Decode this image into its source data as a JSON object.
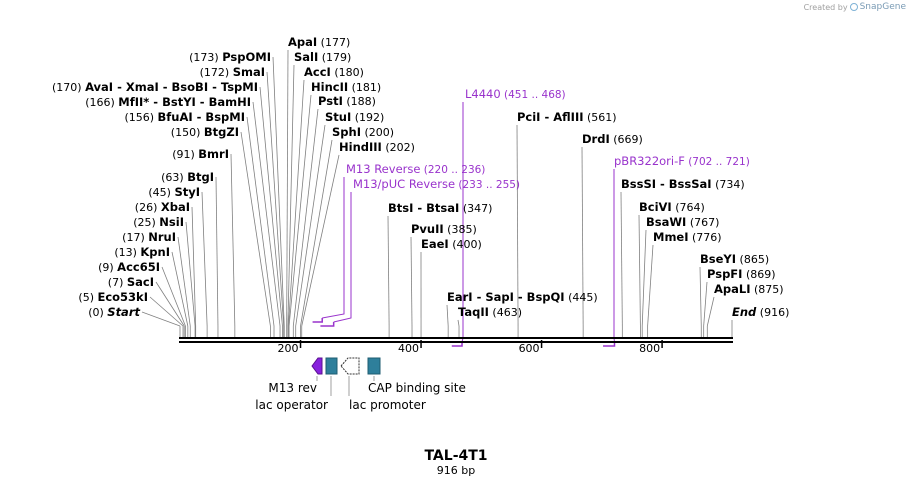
{
  "credit": {
    "prefix": "Created by",
    "brand": "SnapGene",
    "logo_icon": "snapgene-logo-icon"
  },
  "sequence": {
    "name": "TAL-4T1",
    "length_label": "916 bp",
    "length": 916
  },
  "colors": {
    "backbone": "#000000",
    "primer": "#9933cc",
    "feature_blue": "#2e7f9b",
    "feature_purple": "#8822dd"
  },
  "ruler": {
    "ticks": [
      200,
      400,
      600,
      800
    ]
  },
  "sites": [
    {
      "name": "ApaI",
      "pos": "(177)",
      "bp": 177
    },
    {
      "name": "SalI",
      "pos": "(179)",
      "bp": 179
    },
    {
      "name": "AccI",
      "pos": "(180)",
      "bp": 180
    },
    {
      "name": "HincII",
      "pos": "(181)",
      "bp": 181
    },
    {
      "name": "PstI",
      "pos": "(188)",
      "bp": 188
    },
    {
      "name": "StuI",
      "pos": "(192)",
      "bp": 192
    },
    {
      "name": "SphI",
      "pos": "(200)",
      "bp": 200
    },
    {
      "name": "HindIII",
      "pos": "(202)",
      "bp": 202
    },
    {
      "name": "PspOMI",
      "pos": "(173)",
      "bp": 173
    },
    {
      "name": "SmaI",
      "pos": "(172)",
      "bp": 172
    },
    {
      "name": "AvaI - XmaI - BsoBI - TspMI",
      "pos": "(170)",
      "bp": 170
    },
    {
      "name": "MfII* - BstYI - BamHI",
      "pos": "(166)",
      "bp": 166
    },
    {
      "name": "BfuAI - BspMI",
      "pos": "(156)",
      "bp": 156
    },
    {
      "name": "BtgZI",
      "pos": "(150)",
      "bp": 150
    },
    {
      "name": "BmrI",
      "pos": "(91)",
      "bp": 91
    },
    {
      "name": "BtgI",
      "pos": "(63)",
      "bp": 63
    },
    {
      "name": "StyI",
      "pos": "(45)",
      "bp": 45
    },
    {
      "name": "XbaI",
      "pos": "(26)",
      "bp": 26
    },
    {
      "name": "NsiI",
      "pos": "(25)",
      "bp": 25
    },
    {
      "name": "NruI",
      "pos": "(17)",
      "bp": 17
    },
    {
      "name": "KpnI",
      "pos": "(13)",
      "bp": 13
    },
    {
      "name": "Acc65I",
      "pos": "(9)",
      "bp": 9
    },
    {
      "name": "SacI",
      "pos": "(7)",
      "bp": 7
    },
    {
      "name": "Eco53kI",
      "pos": "(5)",
      "bp": 5
    },
    {
      "name": "Start",
      "pos": "(0)",
      "bp": 0,
      "italic": true
    },
    {
      "name": "PciI - AflIII",
      "pos": "(561)",
      "bp": 561
    },
    {
      "name": "DrdI",
      "pos": "(669)",
      "bp": 669
    },
    {
      "name": "BtsI - BtsaI",
      "pos": "(347)",
      "bp": 347
    },
    {
      "name": "PvuII",
      "pos": "(385)",
      "bp": 385
    },
    {
      "name": "EaeI",
      "pos": "(400)",
      "bp": 400
    },
    {
      "name": "EarI - SapI - BspQI",
      "pos": "(445)",
      "bp": 445
    },
    {
      "name": "TaqII",
      "pos": "(463)",
      "bp": 463
    },
    {
      "name": "BssSI - BssSaI",
      "pos": "(734)",
      "bp": 734
    },
    {
      "name": "BciVI",
      "pos": "(764)",
      "bp": 764
    },
    {
      "name": "BsaWI",
      "pos": "(767)",
      "bp": 767
    },
    {
      "name": "MmeI",
      "pos": "(776)",
      "bp": 776
    },
    {
      "name": "BseYI",
      "pos": "(865)",
      "bp": 865
    },
    {
      "name": "PspFI",
      "pos": "(869)",
      "bp": 869
    },
    {
      "name": "ApaLI",
      "pos": "(875)",
      "bp": 875
    },
    {
      "name": "End",
      "pos": "(916)",
      "bp": 916,
      "italic": true
    }
  ],
  "primers": [
    {
      "name": "L4440",
      "range": "(451 .. 468)",
      "start": 451,
      "end": 468
    },
    {
      "name": "M13 Reverse",
      "range": "(220 .. 236)",
      "start": 220,
      "end": 236
    },
    {
      "name": "M13/pUC Reverse",
      "range": "(233 .. 255)",
      "start": 233,
      "end": 255
    },
    {
      "name": "pBR322ori-F",
      "range": "(702 .. 721)",
      "start": 702,
      "end": 721
    }
  ],
  "features": [
    {
      "name": "M13 rev",
      "type": "arrow-left",
      "color": "#8822dd"
    },
    {
      "name": "lac operator",
      "type": "box",
      "color": "#2e7f9b"
    },
    {
      "name": "lac promoter",
      "type": "arrow-left-outline",
      "color": "#ffffff"
    },
    {
      "name": "CAP binding site",
      "type": "box",
      "color": "#2e7f9b"
    }
  ]
}
